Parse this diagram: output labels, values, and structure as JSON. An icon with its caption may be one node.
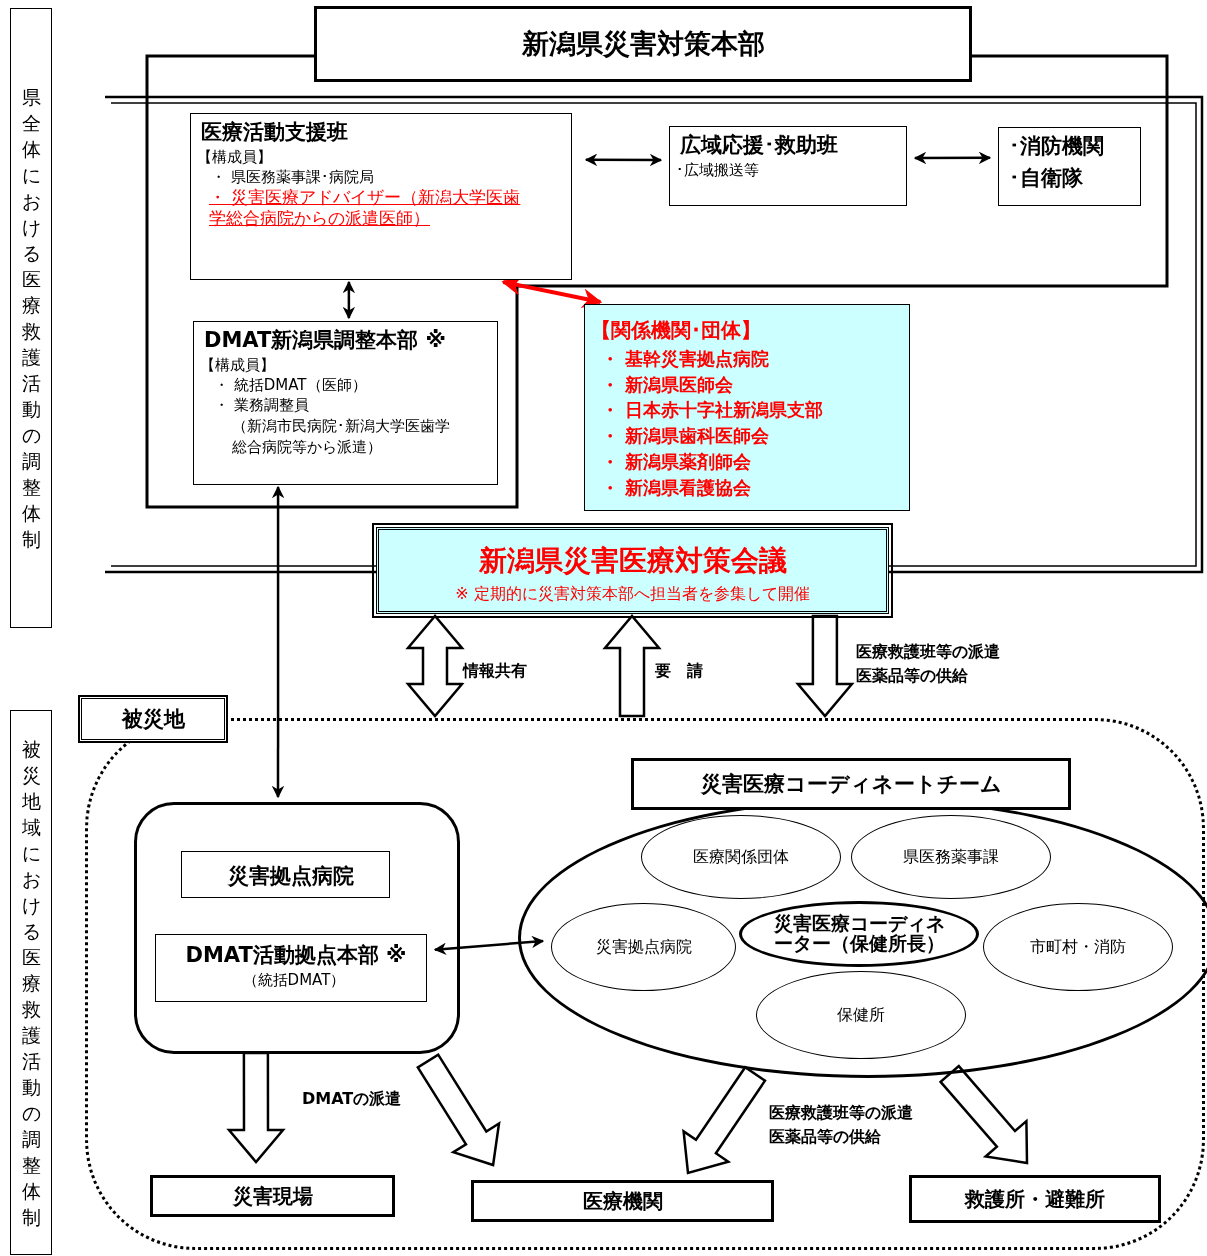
{
  "diagram": {
    "nodes": [
      {
        "text": [
          "県全体における医療救護活動の調整体制"
        ]
      },
      {
        "text": [
          "新潟県災害対策本部"
        ]
      },
      {
        "text": [
          "医療活動支援班",
          "【構成員】",
          "・ 県医務薬事課･病院局",
          "・ 災害医療アドバイザー（新潟大学医歯学総合病院からの派遣医師）"
        ]
      },
      {
        "text": [
          "広域応援･救助班",
          "･広域搬送等"
        ]
      },
      {
        "text": [
          "･消防機関",
          "･自衛隊"
        ]
      },
      {
        "text": [
          "DMAT新潟県調整本部 ※",
          "【構成員】",
          "・ 統括DMAT（医師）",
          "・ 業務調整員",
          "（新潟市民病院･新潟大学医歯学総合病院等から派遣）"
        ]
      },
      {
        "text": [
          "【関係機関･団体】",
          "・ 基幹災害拠点病院",
          "・ 新潟県医師会",
          "・ 日本赤十字社新潟県支部",
          "・ 新潟県歯科医師会",
          "・ 新潟県薬剤師会",
          "・ 新潟県看護協会"
        ]
      },
      {
        "text": [
          "新潟県災害医療対策会議",
          "※ 定期的に災害対策本部へ担当者を参集して開催"
        ]
      },
      {
        "text": [
          "被災地域における医療救護活動の調整体制"
        ]
      },
      {
        "text": [
          "被災地"
        ]
      },
      {
        "text": [],
        "shape": "box",
        "in": 9
      },
      {
        "text": [
          "災害拠点病院"
        ],
        "in": 10
      },
      {
        "text": [
          "DMAT活動拠点本部 ※",
          "（統括DMAT）"
        ],
        "in": 10
      },
      {
        "text": [
          "災害医療コーディネートチーム"
        ],
        "in": 9
      },
      {
        "text": [
          "医療関係団体"
        ],
        "in": 13
      },
      {
        "text": [
          "県医務薬事課"
        ],
        "in": 13
      },
      {
        "text": [
          "災害拠点病院"
        ],
        "in": 13
      },
      {
        "text": [
          "市町村・消防"
        ],
        "in": 13
      },
      {
        "text": [
          "保健所"
        ],
        "in": 13
      },
      {
        "text": [
          "災害医療コーディネーター（保健所長）"
        ],
        "in": 13
      },
      {
        "text": [
          "災害現場"
        ],
        "in": 9
      },
      {
        "text": [
          "医療機関"
        ],
        "in": 9
      },
      {
        "text": [
          "救護所・避難所"
        ],
        "in": 9
      }
    ],
    "edges": [
      {
        "from": 2,
        "to": 3,
        "arrow": "both"
      },
      {
        "from": 3,
        "to": 4,
        "arrow": "both"
      },
      {
        "from": 2,
        "to": 5,
        "arrow": "both"
      },
      {
        "from": 2,
        "to": 6,
        "arrow": "both",
        "color": "#ff0000"
      },
      {
        "from": 5,
        "to": 10,
        "arrow": "both"
      },
      {
        "from": 7,
        "to": 9,
        "arrow": "both",
        "style": "thick",
        "label": "情報共有"
      },
      {
        "from": 9,
        "to": 7,
        "arrow": "to",
        "style": "thick",
        "label": "要　請"
      },
      {
        "from": 7,
        "to": 9,
        "arrow": "to",
        "style": "thick",
        "label": "医療救護班等の派遣医薬品等の供給"
      },
      {
        "from": 12,
        "to": 16,
        "arrow": "both"
      },
      {
        "from": 10,
        "to": 20,
        "arrow": "to",
        "style": "thick",
        "label": "DMATの派遣"
      },
      {
        "from": 10,
        "to": 21,
        "arrow": "to",
        "style": "thick"
      },
      {
        "from": 13,
        "to": 21,
        "arrow": "to",
        "style": "thick",
        "label": "医療救護班等の派遣医薬品等の供給"
      },
      {
        "from": 13,
        "to": 22,
        "arrow": "to",
        "style": "thick"
      }
    ]
  }
}
